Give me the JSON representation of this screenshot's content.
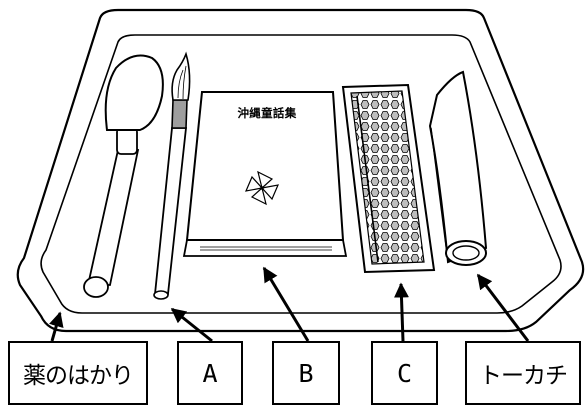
{
  "book": {
    "title": "沖縄童話集"
  },
  "labels": {
    "yakunohakari": "薬のはかり",
    "a": "A",
    "b": "B",
    "c": "C",
    "tokachi": "トーカチ"
  }
}
